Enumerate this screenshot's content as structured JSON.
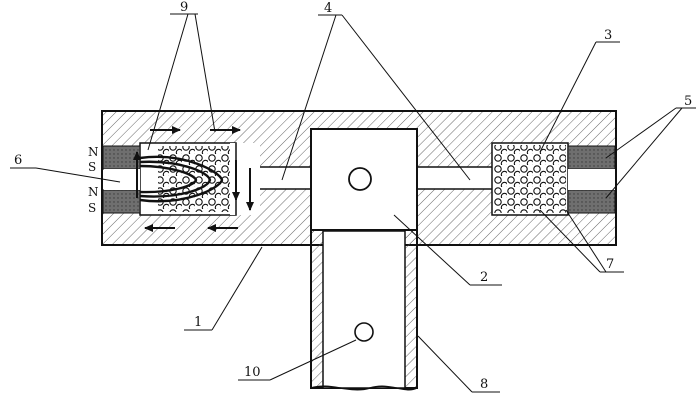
{
  "labels": {
    "l1": "1",
    "l2": "2",
    "l3": "3",
    "l4": "4",
    "l5": "5",
    "l6": "6",
    "l7": "7",
    "l8": "8",
    "l9": "9",
    "l10": "10"
  },
  "poles": {
    "top_n": "N",
    "top_s": "S",
    "bottom_n": "N",
    "bottom_s": "S"
  },
  "colors": {
    "line": "#111111",
    "magnet_fill": "#6f6f6f",
    "hatch": "#555555"
  }
}
